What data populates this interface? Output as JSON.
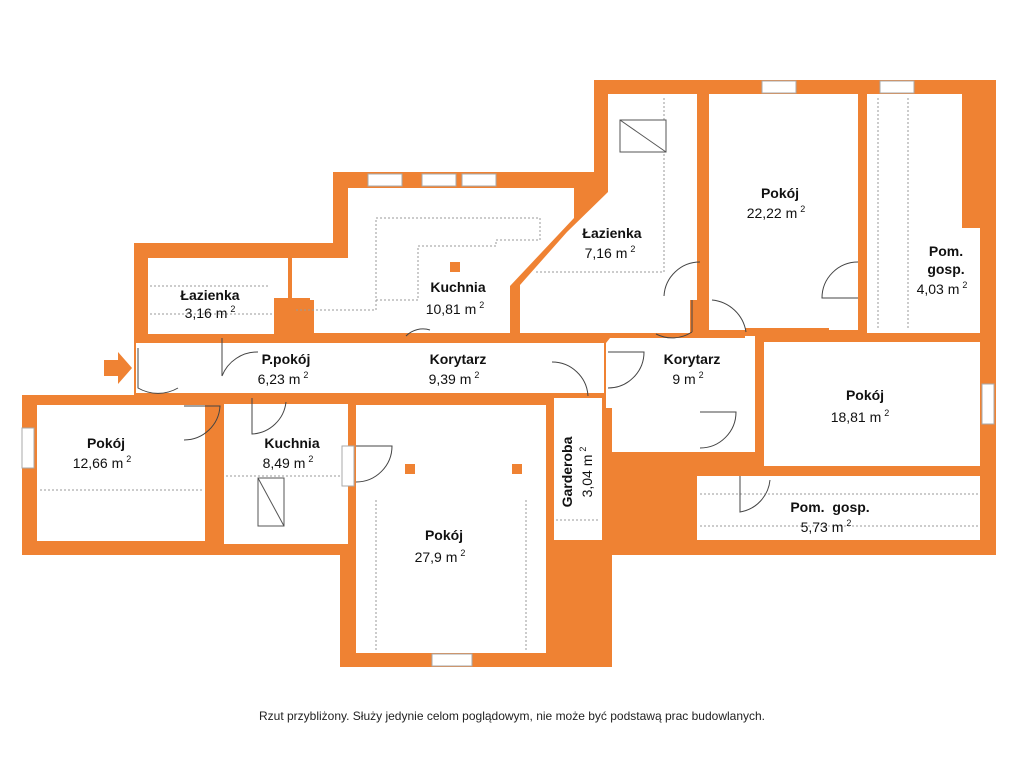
{
  "colors": {
    "wall": "#ef8233",
    "floor": "#ffffff",
    "window_frame": "#aaaaaa",
    "slope_line": "#999999",
    "entrance_arrow": "#ef8233",
    "text": "#111111"
  },
  "rooms": [
    {
      "id": "lazienka-1",
      "name": "Łazienka",
      "area": "3,16 m",
      "unit_sup": "2"
    },
    {
      "id": "kuchnia-1",
      "name": "Kuchnia",
      "area": "10,81 m",
      "unit_sup": "2"
    },
    {
      "id": "lazienka-2",
      "name": "Łazienka",
      "area": "7,16 m",
      "unit_sup": "2"
    },
    {
      "id": "pokoj-1",
      "name": "Pokój",
      "area": "22,22 m",
      "unit_sup": "2"
    },
    {
      "id": "pom-gosp-1",
      "name": "Pom.",
      "name2": "gosp.",
      "area": "4,03 m",
      "unit_sup": "2"
    },
    {
      "id": "ppokoj",
      "name": "P.pokój",
      "area": "6,23 m",
      "unit_sup": "2"
    },
    {
      "id": "korytarz-1",
      "name": "Korytarz",
      "area": "9,39 m",
      "unit_sup": "2"
    },
    {
      "id": "korytarz-2",
      "name": "Korytarz",
      "area": "9 m",
      "unit_sup": "2"
    },
    {
      "id": "pokoj-2",
      "name": "Pokój",
      "area": "18,81 m",
      "unit_sup": "2"
    },
    {
      "id": "pokoj-3",
      "name": "Pokój",
      "area": "12,66 m",
      "unit_sup": "2"
    },
    {
      "id": "kuchnia-2",
      "name": "Kuchnia",
      "area": "8,49 m",
      "unit_sup": "2"
    },
    {
      "id": "garderoba",
      "name": "Garderoba",
      "area": "3,04 m",
      "unit_sup": "2"
    },
    {
      "id": "pom-gosp-2",
      "name": "Pom.  gosp.",
      "area": "5,73 m",
      "unit_sup": "2"
    },
    {
      "id": "pokoj-4",
      "name": "Pokój",
      "area": "27,9 m",
      "unit_sup": "2"
    }
  ],
  "disclaimer": "Rzut przybliżony. Służy jedynie celom poglądowym, nie może być podstawą prac budowlanych."
}
